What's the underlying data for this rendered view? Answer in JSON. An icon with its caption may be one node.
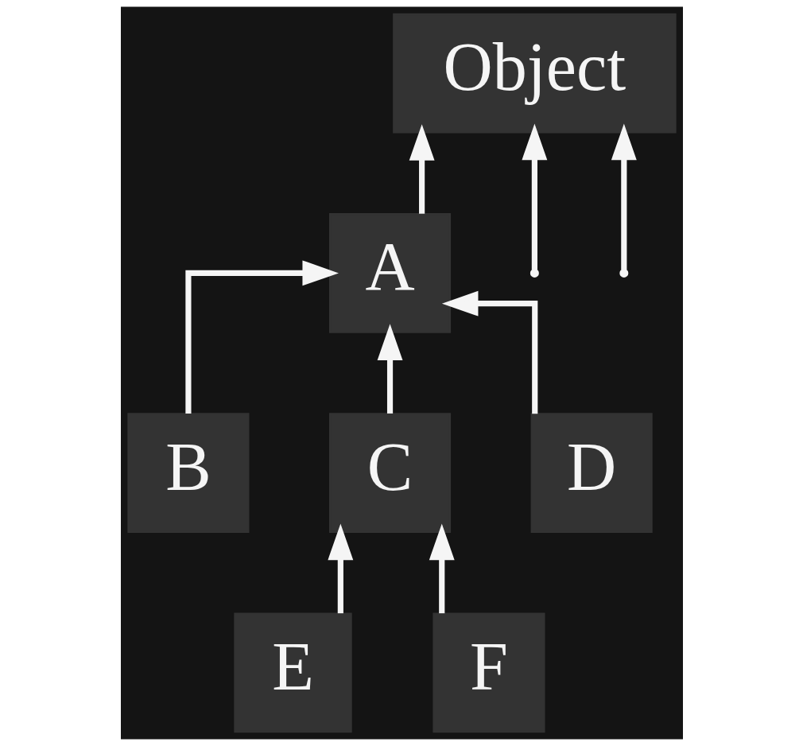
{
  "diagram": {
    "nodes": [
      {
        "text": [
          "Object"
        ]
      },
      {
        "text": [
          "A"
        ]
      },
      {
        "text": [
          "B"
        ]
      },
      {
        "text": [
          "C"
        ]
      },
      {
        "text": [
          "D"
        ]
      },
      {
        "text": [
          "E"
        ]
      },
      {
        "text": [
          "F"
        ]
      }
    ],
    "edges": [
      {
        "from": 1,
        "to": 0,
        "arrow": "to"
      },
      {
        "from": null,
        "to": 0,
        "arrow": "to"
      },
      {
        "from": null,
        "to": 0,
        "arrow": "to"
      },
      {
        "from": 2,
        "to": 1,
        "arrow": "to"
      },
      {
        "from": 3,
        "to": 1,
        "arrow": "to"
      },
      {
        "from": 4,
        "to": 1,
        "arrow": "to"
      },
      {
        "from": 5,
        "to": 3,
        "arrow": "to"
      },
      {
        "from": 6,
        "to": 3,
        "arrow": "to"
      }
    ]
  }
}
